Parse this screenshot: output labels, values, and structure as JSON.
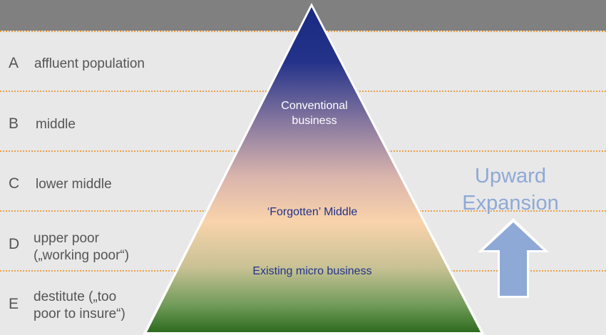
{
  "bands": [
    {
      "letter": "A",
      "label_lines": [
        "affluent population"
      ]
    },
    {
      "letter": "B",
      "label_lines": [
        "middle"
      ]
    },
    {
      "letter": "C",
      "label_lines": [
        "lower middle"
      ]
    },
    {
      "letter": "D",
      "label_lines": [
        "upper poor",
        "(„working poor“)"
      ]
    },
    {
      "letter": "E",
      "label_lines": [
        "destitute („too",
        "poor to insure“)"
      ]
    }
  ],
  "pyramid": {
    "top_lines": [
      "Conventional",
      "business"
    ],
    "middle": "‘Forgotten’ Middle",
    "bottom": "Existing micro business"
  },
  "expansion": {
    "lines": [
      "Upward",
      "Expansion"
    ]
  },
  "colors": {
    "pyramid_top": "#1a2a80",
    "pyramid_mid": "#f9d3ab",
    "pyramid_bottom": "#2e6b1e",
    "band_border": "#e9a14a",
    "arrow": "#8ea9d6"
  }
}
